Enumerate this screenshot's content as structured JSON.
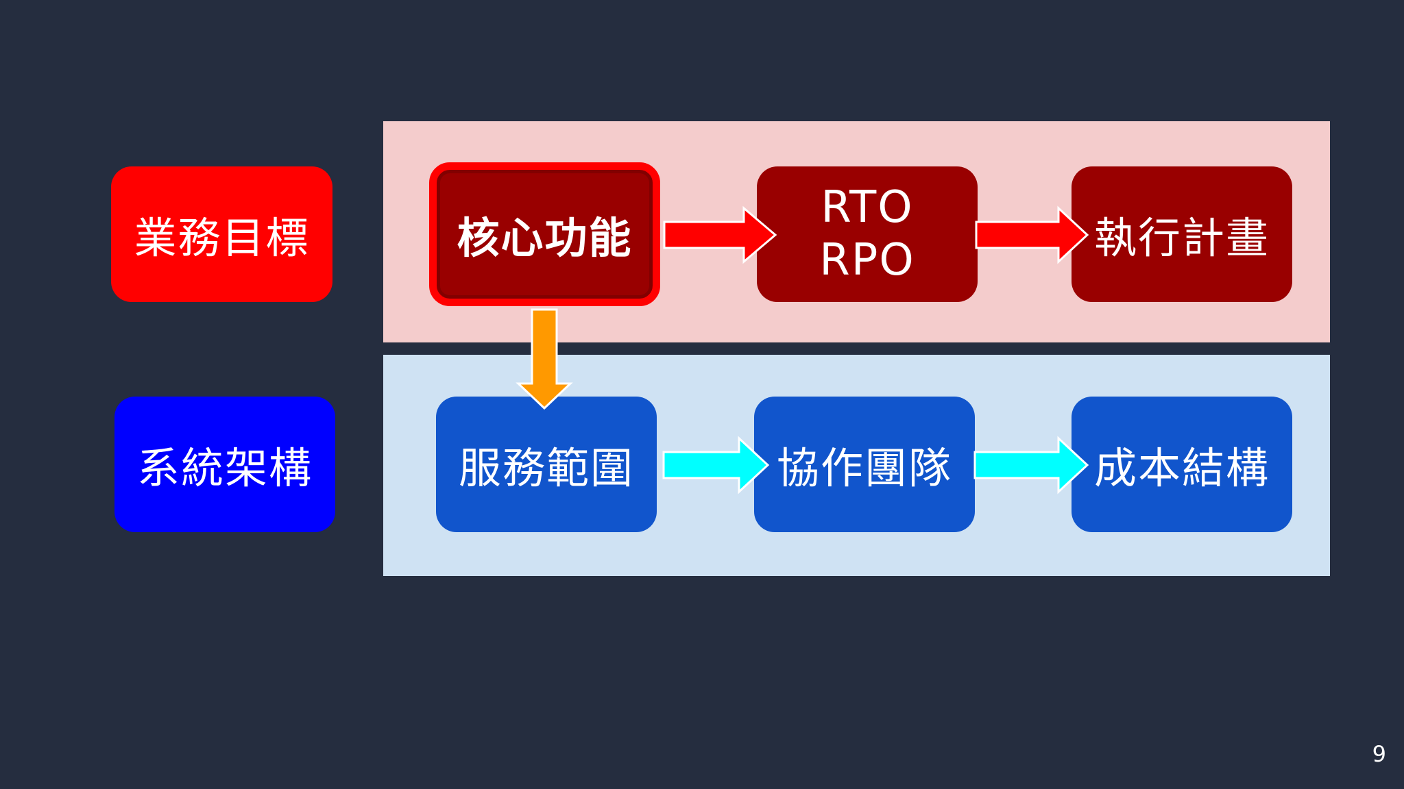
{
  "colors": {
    "background": "#252d3f",
    "top_band": "#f4cccc",
    "bottom_band": "#cfe2f3",
    "business_label": "#ff0000",
    "system_label": "#0000ff",
    "dark_red_box": "#990000",
    "core_border": "#ff0000",
    "blue_box": "#1155cc",
    "red_arrow": "#ff0000",
    "cyan_arrow": "#00ffff",
    "orange_arrow": "#ff9900"
  },
  "labels": {
    "business": "業務目標",
    "system": "系統架構"
  },
  "top_row": {
    "core": "核心功能",
    "rto": "RTO",
    "rpo": "RPO",
    "plan": "執行計畫"
  },
  "bottom_row": {
    "scope": "服務範圍",
    "team": "協作團隊",
    "cost": "成本結構"
  },
  "page_number": "9"
}
